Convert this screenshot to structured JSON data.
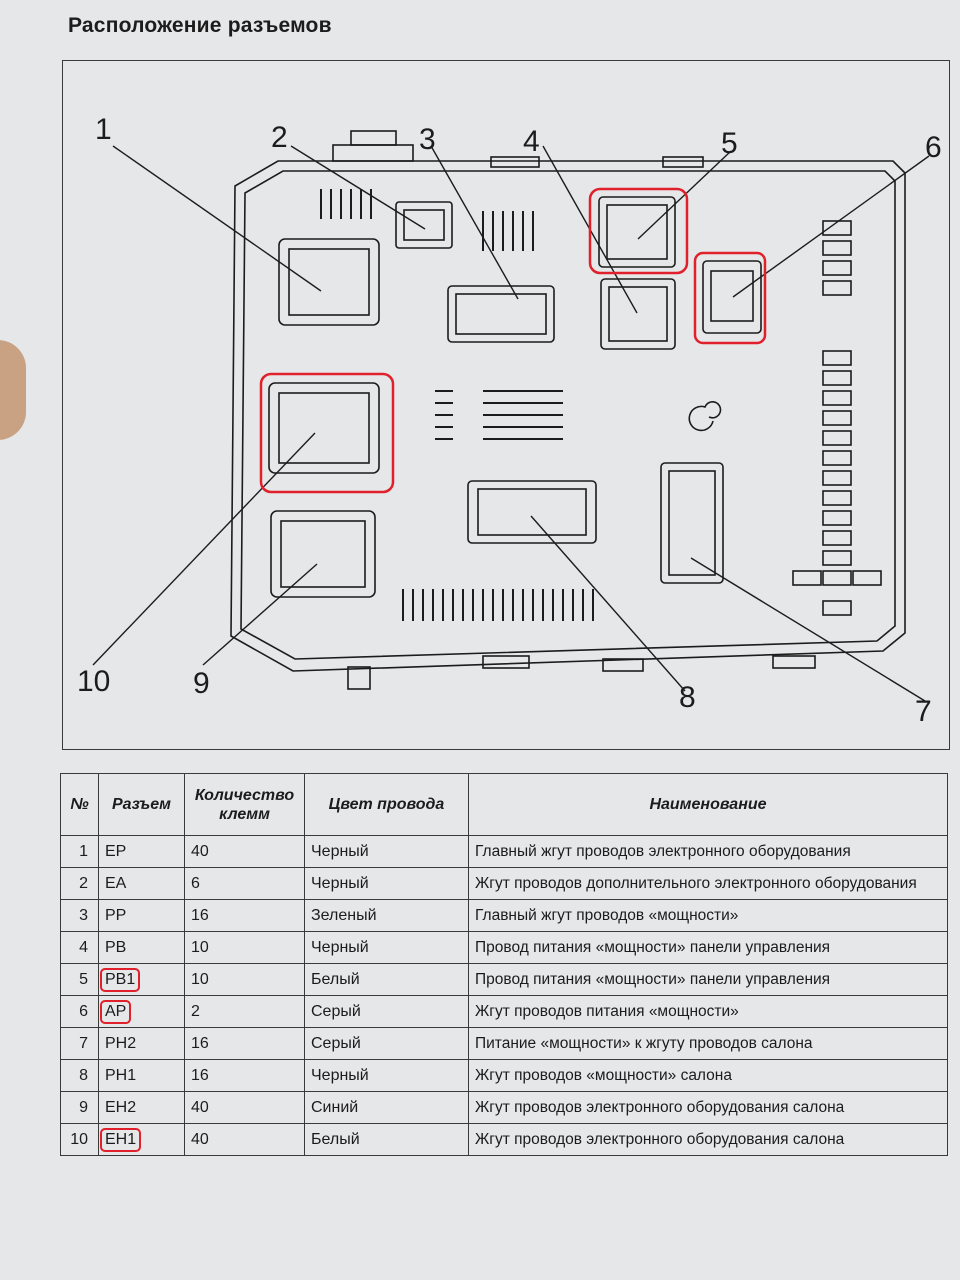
{
  "title": "Расположение разъемов",
  "diagram": {
    "labels": [
      "1",
      "2",
      "3",
      "4",
      "5",
      "6",
      "7",
      "8",
      "9",
      "10"
    ]
  },
  "table": {
    "headers": {
      "no": "№",
      "connector": "Разъем",
      "terminals": "Количество клемм",
      "color": "Цвет провода",
      "name": "Наименование"
    },
    "rows": [
      {
        "no": "1",
        "connector": "EP",
        "terminals": "40",
        "color": "Черный",
        "name": "Главный жгут проводов электронного оборудования",
        "highlight": false
      },
      {
        "no": "2",
        "connector": "EA",
        "terminals": "6",
        "color": "Черный",
        "name": "Жгут проводов дополнительного электронного оборудования",
        "highlight": false
      },
      {
        "no": "3",
        "connector": "PP",
        "terminals": "16",
        "color": "Зеленый",
        "name": "Главный жгут проводов «мощности»",
        "highlight": false
      },
      {
        "no": "4",
        "connector": "PB",
        "terminals": "10",
        "color": "Черный",
        "name": "Провод питания «мощности» панели управления",
        "highlight": false
      },
      {
        "no": "5",
        "connector": "PB1",
        "terminals": "10",
        "color": "Белый",
        "name": "Провод питания «мощности» панели управления",
        "highlight": true
      },
      {
        "no": "6",
        "connector": "AP",
        "terminals": "2",
        "color": "Серый",
        "name": "Жгут проводов питания «мощности»",
        "highlight": true
      },
      {
        "no": "7",
        "connector": "PH2",
        "terminals": "16",
        "color": "Серый",
        "name": "Питание «мощности» к жгуту проводов салона",
        "highlight": false
      },
      {
        "no": "8",
        "connector": "PH1",
        "terminals": "16",
        "color": "Черный",
        "name": "Жгут проводов «мощности» салона",
        "highlight": false
      },
      {
        "no": "9",
        "connector": "EH2",
        "terminals": "40",
        "color": "Синий",
        "name": "Жгут проводов электронного оборудования салона",
        "highlight": false
      },
      {
        "no": "10",
        "connector": "EH1",
        "terminals": "40",
        "color": "Белый",
        "name": "Жгут проводов электронного оборудования салона",
        "highlight": true
      }
    ]
  },
  "colors": {
    "highlight": "#e0202a",
    "ink": "#1c1c1c",
    "paper": "#e6e7e9"
  }
}
